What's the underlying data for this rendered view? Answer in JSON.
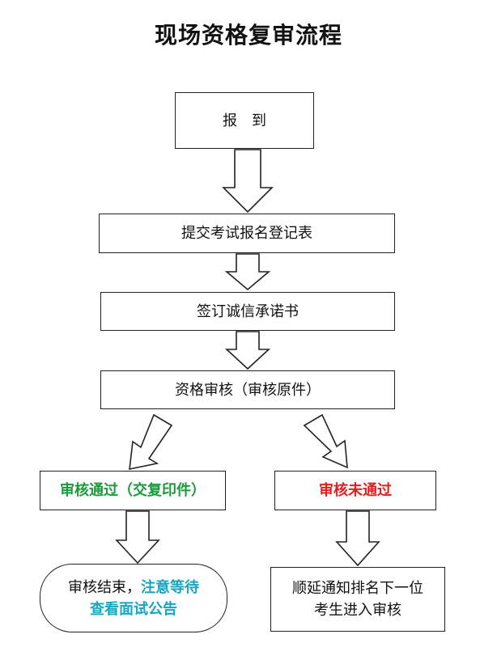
{
  "title": "现场资格复审流程",
  "steps": {
    "register": "报　到",
    "submit_form": "提交考试报名登记表",
    "sign_promise": "签订诚信承诺书",
    "review": "资格审核（审核原件）"
  },
  "pass_box": {
    "label": "审核通过（交复印件）",
    "color": "#1a9a3a"
  },
  "fail_box": {
    "label": "审核未通过",
    "color": "#e01f1f"
  },
  "pass_result": {
    "part1": "审核结束，",
    "part2": "注意等待",
    "line2": "查看面试公告",
    "highlight_color": "#17a6c2"
  },
  "fail_result": {
    "line1": "顺延通知排名下一位",
    "line2": "考生进入审核"
  }
}
